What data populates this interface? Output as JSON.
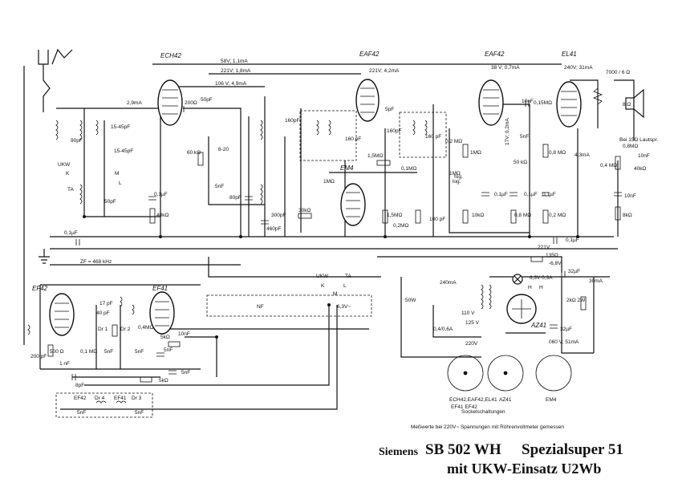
{
  "title": {
    "maker": "Siemens",
    "model": "SB 502 WH",
    "name": "Spezialsuper 51",
    "subtitle": "mit UKW-Einsatz U2Wb"
  },
  "tubes": {
    "ech42": "ECH42",
    "eaf42a": "EAF42",
    "eaf42b": "EAF42",
    "el41": "EL41",
    "em4": "EM4",
    "ef42": "EF42",
    "ef41": "EF41",
    "az41": "AZ41"
  },
  "labels": {
    "v58": "58V; 1,1mA",
    "v221": "221V; 1,8mA",
    "v106": "106 V; 4,9mA",
    "v221b": "221V; 4,2mA",
    "v38": "38 V; 0,7mA",
    "v240": "240V; 31mA",
    "i29": "2,9mA",
    "r200": "200Ω",
    "c50": "50pF",
    "c1545a": "15-45pF",
    "c1545b": "15-45pF",
    "c90": "90pF",
    "c50b": "50pF",
    "ukw": "UKW",
    "k": "K",
    "m": "M",
    "l": "L",
    "ta": "TA",
    "c01": "0,1µF",
    "r40k": "40kΩ",
    "r60k": "60 kΩ",
    "c620": "6-20",
    "c5n": "5nF",
    "c80": "80pF",
    "c300": "300pF",
    "c460": "460pF",
    "r30k": "30kΩ",
    "c160": "160pF",
    "c5pf": "5pF",
    "c160b": "160 pF",
    "r15m": "1,5MΩ",
    "c160c": "160pF",
    "c160d": "160 pF",
    "r01m": "0,1MΩ",
    "r1m": "1MΩ",
    "log": "log.",
    "r1mlog": "1MΩ",
    "r15mb": "1,5MΩ",
    "r02m": "0,2MΩ",
    "c100": "100 pF",
    "c10n": "10nF",
    "r015": "0,15MΩ",
    "r02mb": "0,2 MΩ",
    "r1mb": "1MΩ",
    "r17v": "17V; 0,2mA",
    "c5nb": "5nF",
    "r08m": "0,8 MΩ",
    "r10k": "10kΩ",
    "c01b": "0,1µF",
    "r08mb": "0,8 MΩ",
    "c01c": "0,1µF",
    "r50k": "50 kΩ",
    "r02mc": "0,2 MΩ",
    "c01d": "0,1µF",
    "c4mA": "4,3mA",
    "spk": "7000 / 6 Ω",
    "spk8": "8 Ω",
    "bei15": "Bei 15Ω Lautspr.",
    "r08mc": "0,8MΩ",
    "c10nb": "10nF",
    "r04m": "0,4 MΩ",
    "r40kb": "40kΩ",
    "c10nc": "10nF",
    "r8k": "8kΩ",
    "v221c": "221V",
    "c01e": "0,1µF",
    "r135": "135Ω",
    "m68": "-6,8V",
    "c32": "32µF",
    "pilot": "6,3V 0,3A",
    "h1": "H",
    "h2": "H",
    "r2k": "2kΩ 2W",
    "m30": "30mA",
    "c32b": "32µF",
    "v060": "060 V; 51mA",
    "v110": "110 V",
    "v125": "125 V",
    "v220": "220V",
    "f04": "0,4/0,6A",
    "m240": "240mA",
    "w50": "50W",
    "zf": "ZF = 468 kHz",
    "c01f": "0,1µF",
    "nf": "NF",
    "v63": "6,3V~",
    "uk": "UKW",
    "k2": "K",
    "m2": "M",
    "l2": "L",
    "ta2": "TA",
    "c200": "200 pF",
    "r500": "500 Ω",
    "c1n": "1 nF",
    "r01": "0,1 MΩ",
    "dr1": "Dr 1",
    "dr2": "Dr 2",
    "c40": "40 pF",
    "c17": "17 pF",
    "r04mb": "0,4MΩ",
    "c5nc": "5nF",
    "c5nd": "5nF",
    "r5k": "5kΩ",
    "c5ne": "5nF",
    "c5nf": "5nF",
    "r5kb": "5kΩ",
    "c8": "8pF",
    "c10nd": "10nF",
    "c5ng": "5nF",
    "c5nh": "5nF",
    "e42": "EF42",
    "dr4": "Dr 4",
    "e41": "EF41",
    "dr3": "Dr 3",
    "sock": "Sockelschaltungen",
    "sock1": "ECH42,EAF42,EL41",
    "sock2": "EF41  EF42",
    "sock3": "AZ41",
    "sock4": "EM4",
    "meas": "Meßwerte bei 220V~ Spannungen mit Röhrenvoltmeter gemessen",
    "fog": "fog."
  }
}
